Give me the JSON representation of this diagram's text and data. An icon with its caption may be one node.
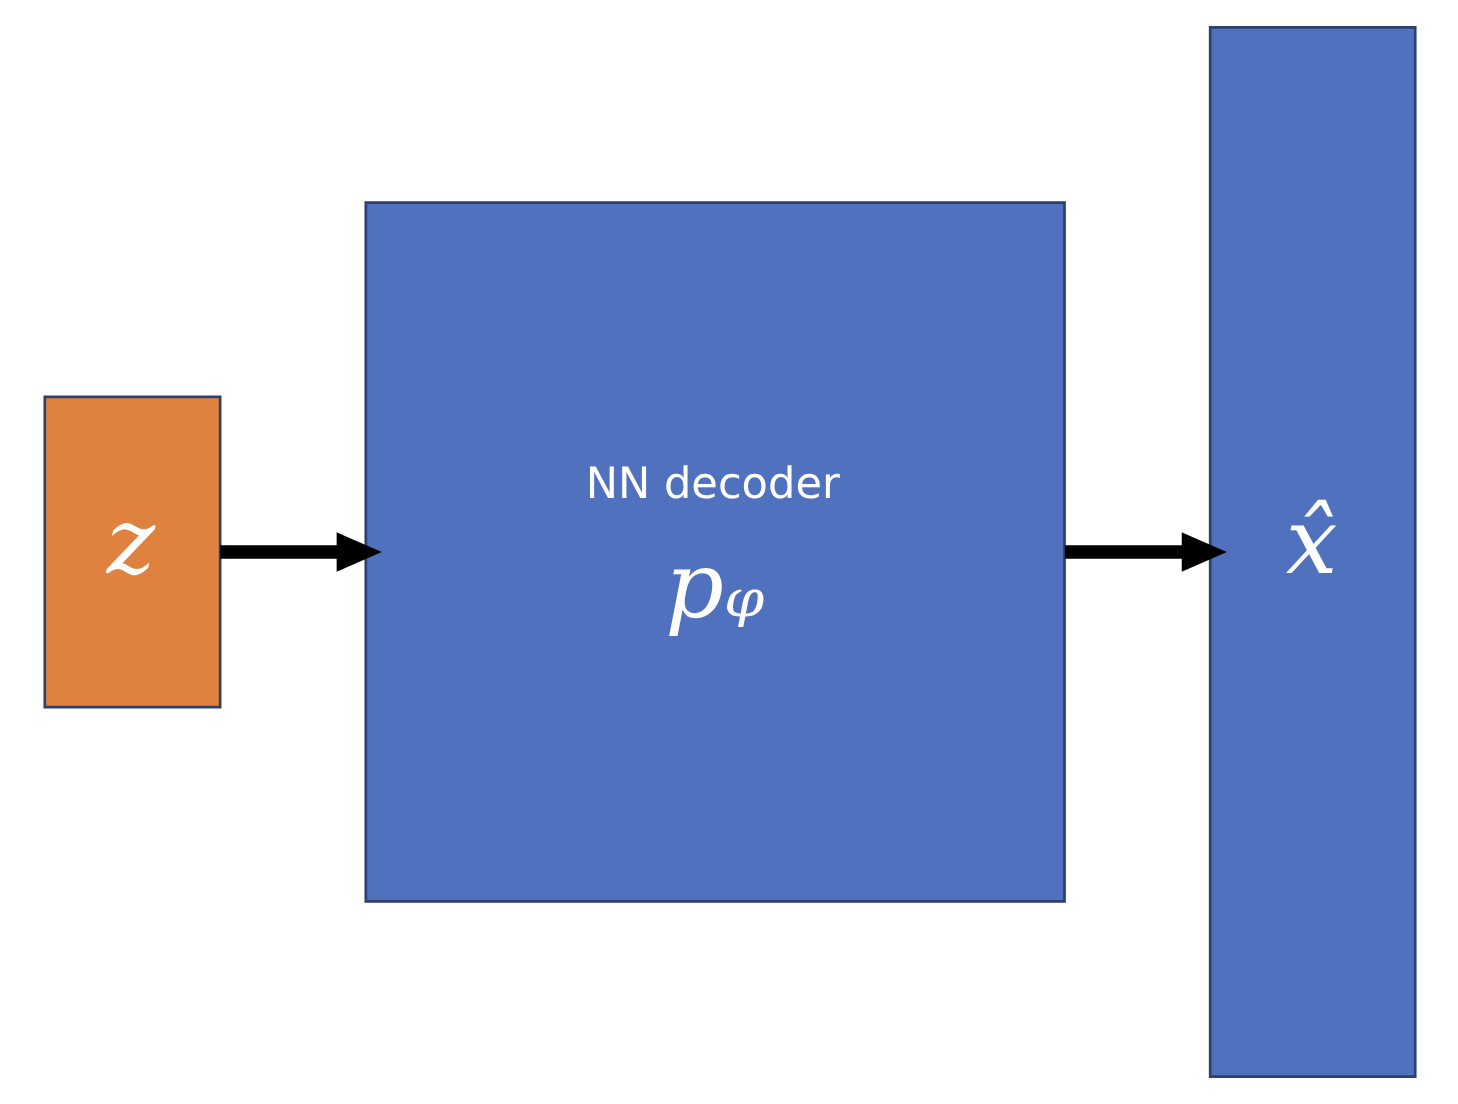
{
  "diagram": {
    "nodes": [
      {
        "text": [
          "z"
        ]
      },
      {
        "text": [
          "NN decoder",
          "pᵩ"
        ]
      },
      {
        "text": [
          "x̂"
        ]
      }
    ],
    "edges": [
      {
        "from": 0,
        "to": 1,
        "arrow": "to"
      },
      {
        "from": 1,
        "to": 2,
        "arrow": "to"
      }
    ]
  }
}
